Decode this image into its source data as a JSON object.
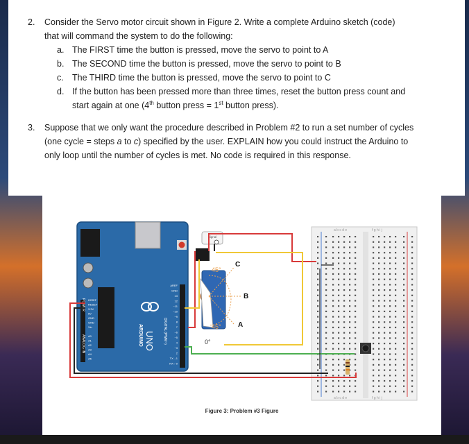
{
  "q2": {
    "num": "2.",
    "line1": "Consider the Servo motor circuit shown in Figure 2. Write a complete Arduino sketch (code)",
    "line2": "that will command the system to do the following:",
    "items": [
      {
        "letter": "a.",
        "text": "The FIRST time the button is pressed, move the servo to point to A"
      },
      {
        "letter": "b.",
        "text": "The SECOND time the button is pressed, move the servo to point to B"
      },
      {
        "letter": "c.",
        "text": "The THIRD time the button is pressed, move the servo to point to C"
      },
      {
        "letter": "d.",
        "text": "If the button has been pressed more than three times, reset the button press count and"
      }
    ],
    "d_line2_pre": "start again at one (4",
    "d_sup1": "th",
    "d_mid": " button press = 1",
    "d_sup2": "st",
    "d_end": " button press)."
  },
  "q3": {
    "num": "3.",
    "line1": "Suppose that we only want the procedure described in Problem #2 to run a set number of cycles",
    "line2_pre": "(one cycle = steps ",
    "line2_a": "a",
    "line2_mid": " to ",
    "line2_c": "c",
    "line2_end": ") specified by the user. EXPLAIN how you could instruct the Arduino to",
    "line3": "only loop until the number of cycles is met.  No code is required in this response."
  },
  "figure": {
    "caption": "Figure 3: Problem #3 Figure",
    "servo_angles": {
      "c": "45°",
      "a": "45°",
      "zero": "0°"
    },
    "servo_labels": {
      "c": "C",
      "b": "B",
      "a": "A"
    },
    "signal_label": "Signal",
    "board": {
      "brand": "ARDUINO",
      "model": "UNO",
      "pin_labels": [
        "AREF",
        "GND",
        "13",
        "12",
        "~11",
        "~10",
        "~9",
        "8",
        "7",
        "~6",
        "~5",
        "4",
        "~3",
        "2",
        "TX→1",
        "RX←0"
      ],
      "analog_labels": [
        "A0",
        "A1",
        "A2",
        "A3",
        "A4",
        "A5"
      ],
      "power_labels": [
        "IOREF",
        "RESET",
        "3.3V",
        "5V",
        "GND",
        "GND",
        "Vin"
      ],
      "power_header": "POWER",
      "analog_header": "ANALOG IN",
      "digital_header": "DIGITAL (PWM~)"
    },
    "breadboard": {
      "col_letters_left": "a b c d e",
      "col_letters_right": "f g h i j"
    }
  },
  "colors": {
    "board": "#2b6aa8",
    "wire_red": "#d83a3a",
    "wire_yellow": "#f0c836",
    "wire_green": "#4caf50",
    "wire_black": "#222222",
    "servo_blue": "#2f67b3"
  }
}
